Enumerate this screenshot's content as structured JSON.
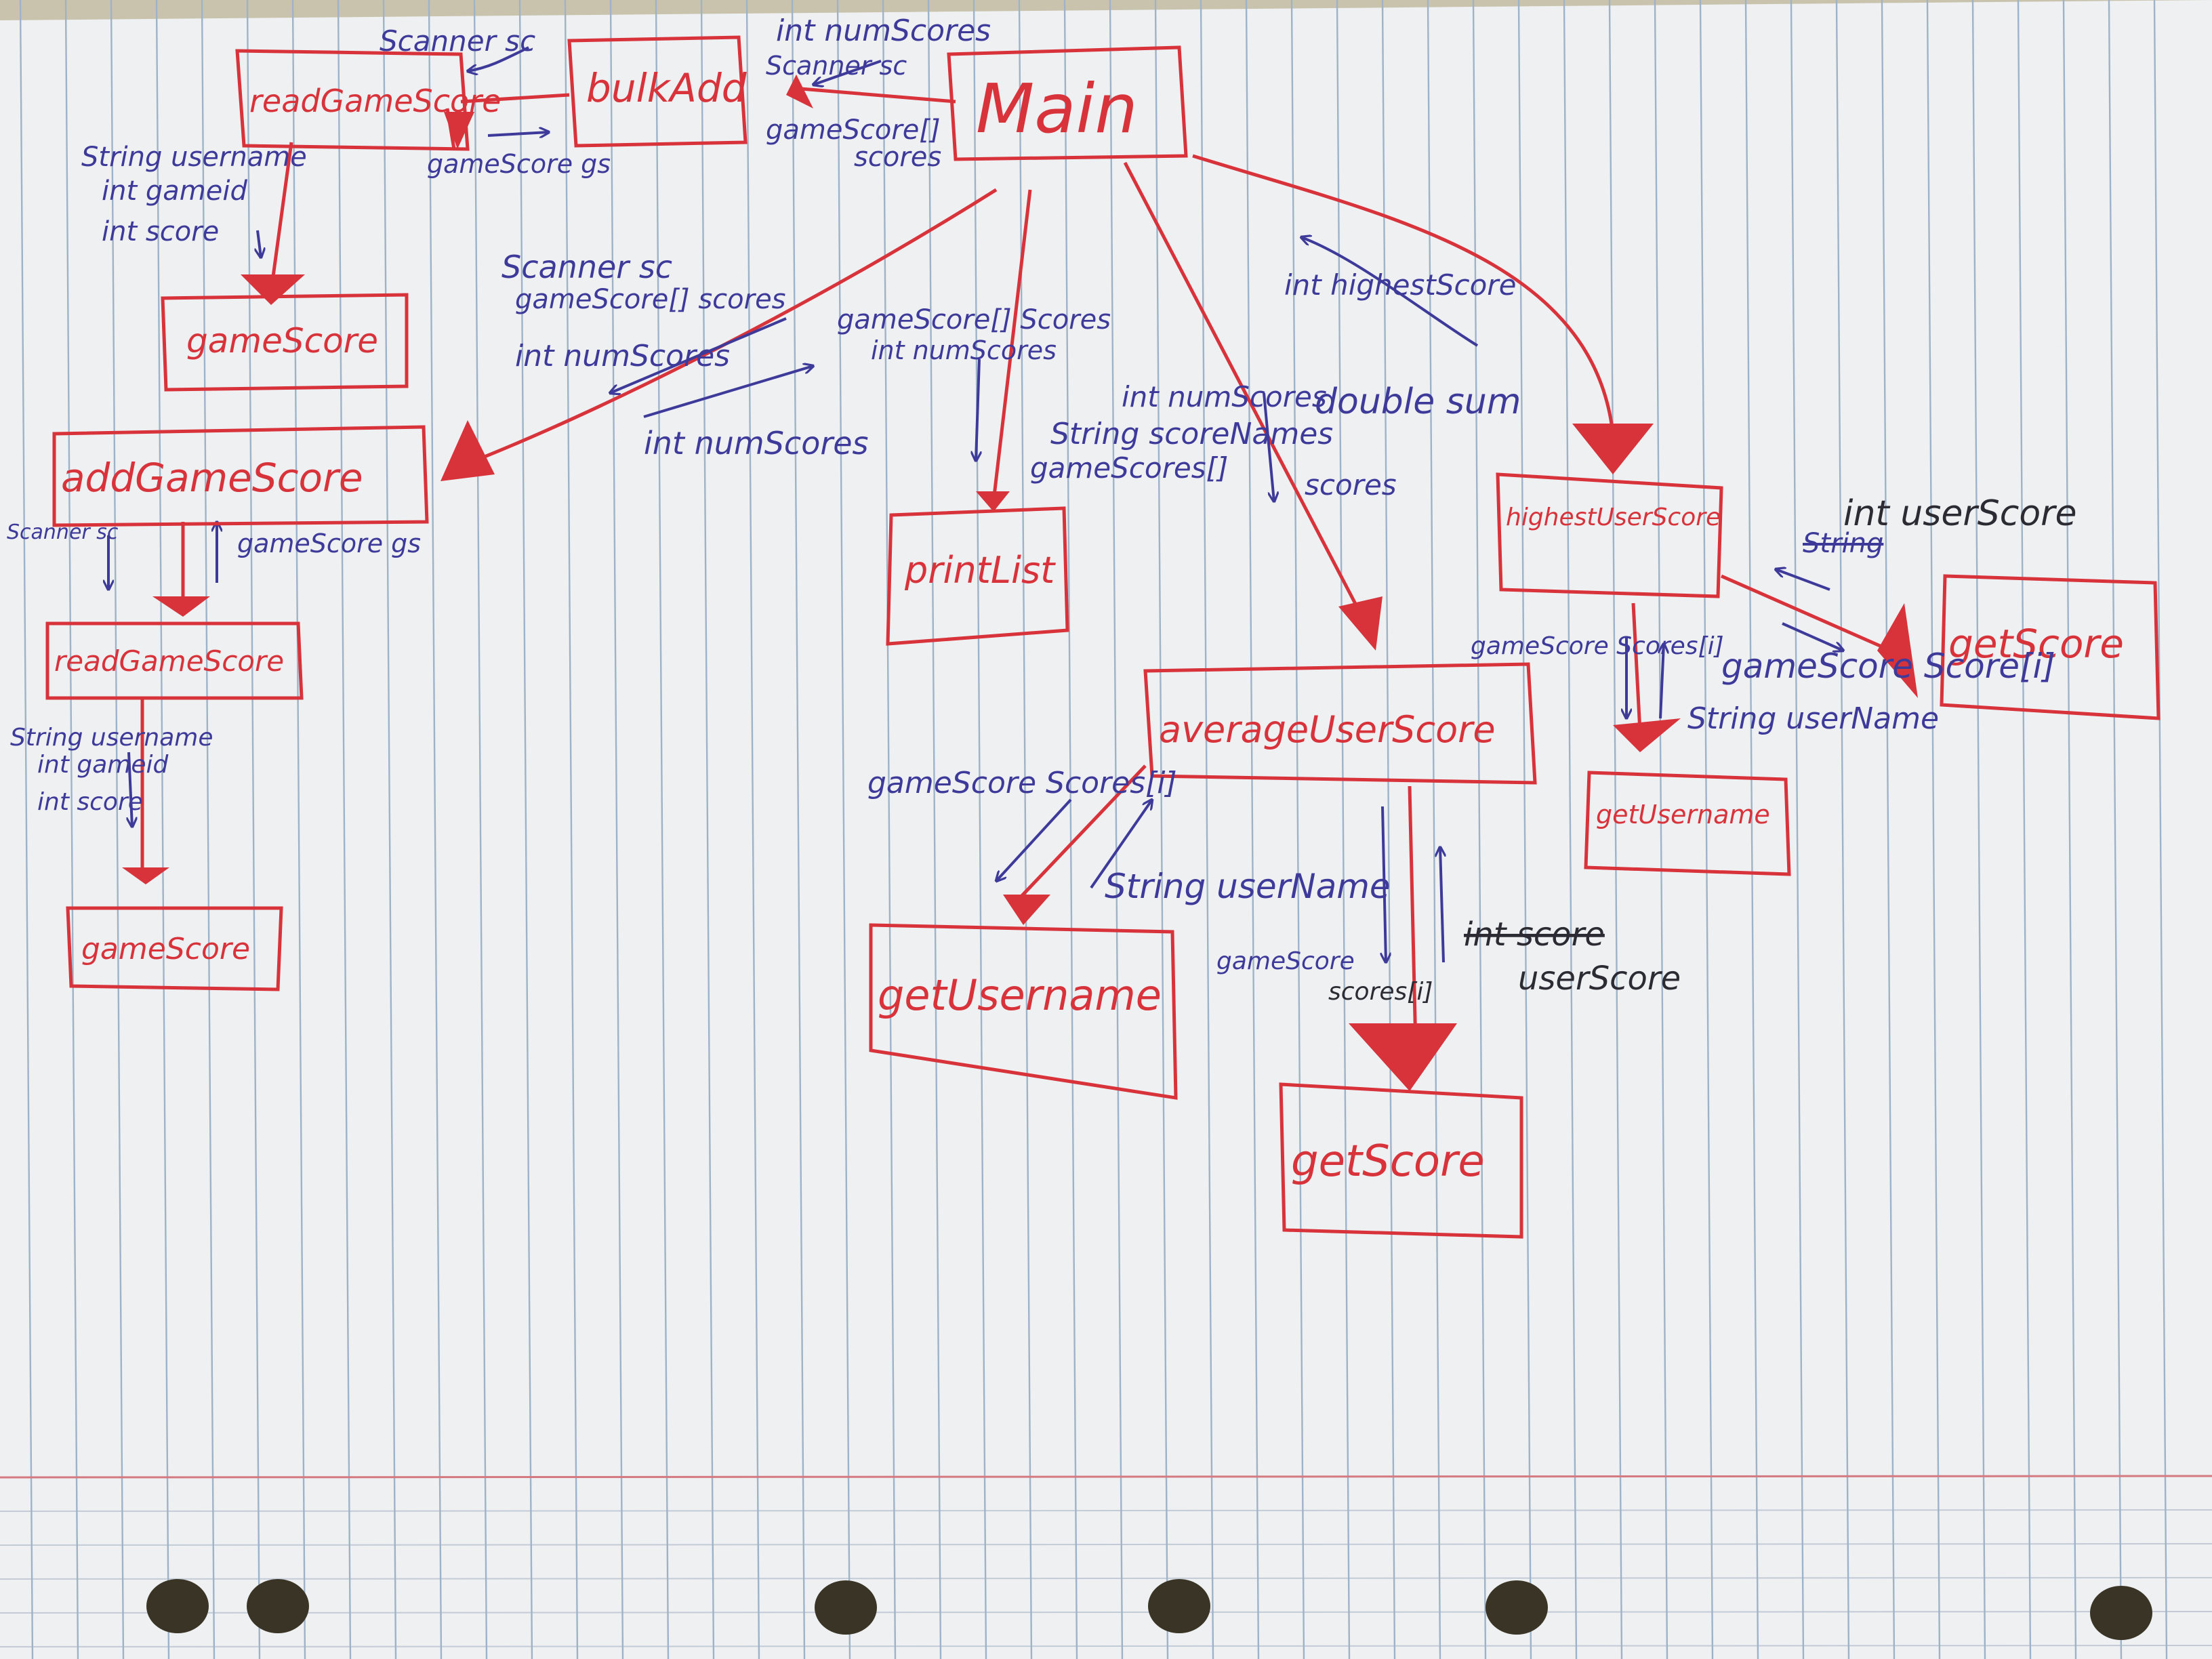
{
  "colors": {
    "paper": "#eef0f2",
    "rule_line": "#9fb3c8",
    "margin_line": "#d47a80",
    "box_ink": "#d8333b",
    "blue_ink": "#3e3a9a",
    "black_ink": "#2c2a33",
    "table": "#c9c3ae"
  },
  "boxes": {
    "main": "Main",
    "bulk_add": "bulkAdd",
    "read_game_score_top": "readGameScore",
    "game_score_top": "gameScore",
    "add_game_score": "addGameScore",
    "read_game_score_left": "readGameScore",
    "game_score_left": "gameScore",
    "print_list": "printList",
    "average_user_score": "averageUserScore",
    "get_username_left": "getUsername",
    "get_score_bottom": "getScore",
    "highest_user_score": "highestUserScore",
    "get_score_right": "getScore",
    "get_username_right": "getUsername"
  },
  "labels": {
    "scanner_sc_top": "Scanner sc",
    "int_num_scores_top": "int numScores",
    "scanner_sc_mid": "Scanner sc",
    "game_score_array_scores": "gameScore[]",
    "scores_word": "scores",
    "game_score_gs_top": "gameScore gs",
    "string_username_1": "String username",
    "int_gameid_1": "int gameid",
    "int_score_1": "int score",
    "scanner_sc_left": "Scanner sc",
    "game_score_array_left": "gameScore[] scores",
    "int_num_scores_left": "int numScores",
    "int_num_scores_return": "int numScores",
    "game_score_array_print": "gameScore[] Scores",
    "int_num_scores_print": "int numScores",
    "scanner_sc_add": "Scanner sc",
    "game_score_gs_add": "gameScore gs",
    "string_username_2": "String username",
    "int_gameid_2": "int gameid",
    "int_score_2": "int score",
    "int_highest_score": "int highestScore",
    "int_num_scores_avg": "int numScores",
    "double_sum": "double sum",
    "string_score_names": "String scoreNames",
    "game_scores_array": "gameScores[]",
    "scores_avg": "scores",
    "game_score_scores_i": "gameScore Scores[i]",
    "string_user_name_left": "String userName",
    "game_score_bottom": "gameScore",
    "scores_i_bottom": "scores[i]",
    "int_score_struck": "int score",
    "user_score": "userScore",
    "game_score_scores_i_right": "gameScore Scores[i]",
    "string_user_name_right": "String userName",
    "game_score_score_i": "gameScore Score[i]",
    "int_user_score": "int userScore",
    "string_struck": "String"
  }
}
